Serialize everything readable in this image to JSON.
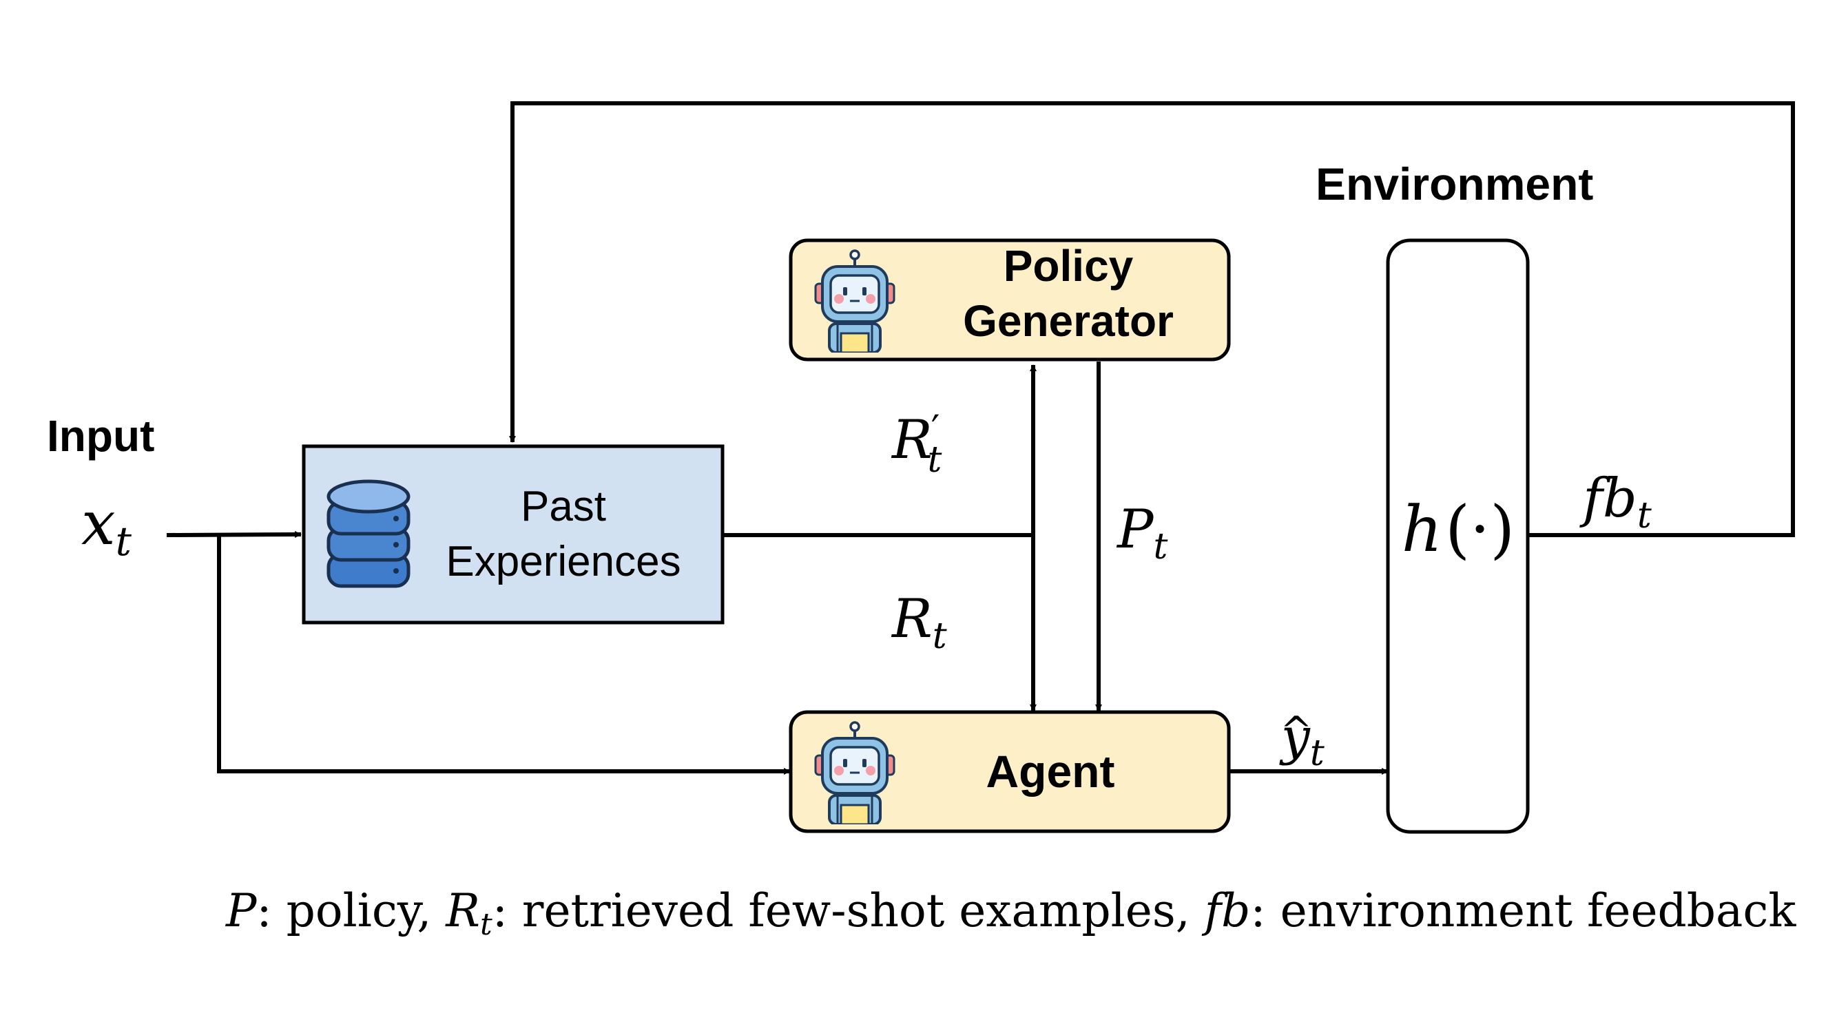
{
  "labels": {
    "input_title": "Input",
    "environment_title": "Environment"
  },
  "nodes": {
    "past_experiences": {
      "line1": "Past",
      "line2": "Experiences"
    },
    "policy_generator": {
      "line1": "Policy",
      "line2": "Generator"
    },
    "agent": {
      "label": "Agent"
    },
    "environment_function": {
      "h": "h",
      "open": "(",
      "dot": "·",
      "close": ")"
    }
  },
  "math_labels": {
    "x_main": "x",
    "x_sub": "t",
    "rprime_main": "R",
    "rprime_prime": "′",
    "rprime_sub": "t",
    "r_main": "R",
    "r_sub": "t",
    "p_main": "P",
    "p_sub": "t",
    "fb_main": "fb",
    "fb_sub": "t",
    "yhat_main": "y",
    "yhat_hat": "^",
    "yhat_sub": "t"
  },
  "caption": {
    "p": "P",
    "p_desc": ": policy, ",
    "r": "R",
    "r_sub": "t",
    "r_desc": ": retrieved few-shot examples, ",
    "fb": "fb",
    "fb_desc": ": environment feedback"
  },
  "colors": {
    "past_experiences_fill": "#d1e1f2",
    "agent_fill": "#fdf0c8",
    "environment_fill": "#ffffff",
    "database_icon": "#4a86cf",
    "robot_face": "#b8d8ee",
    "robot_cheek": "#f4a0a8"
  }
}
